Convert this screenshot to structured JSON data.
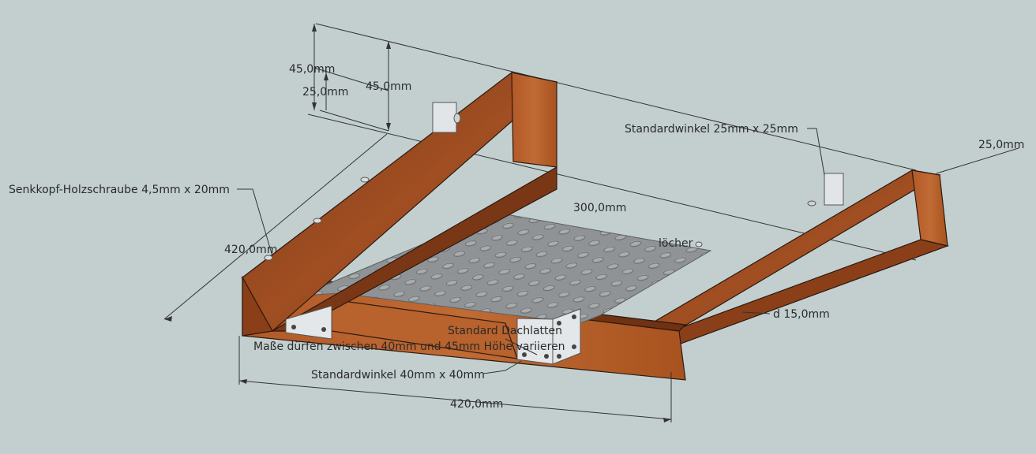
{
  "colors": {
    "background": "#c3cfcf",
    "wood_top": "#9a4a1e",
    "wood_side": "#b5602c",
    "wood_end": "#c46f38",
    "plate": "#8e9294",
    "bracket": "#e4e7e9"
  },
  "labels": {
    "dim_45_left": "45,0mm",
    "dim_25_left": "25,0mm",
    "dim_45_right": "45,0mm",
    "dim_25_right": "25,0mm",
    "dim_300": "300,0mm",
    "dim_420_left": "420,0mm",
    "dim_420_bottom": "420,0mm",
    "dim_15": "d 15,0mm",
    "screw": "Senkkopf-Holzschraube 4,5mm x 20mm",
    "bracket_small": "Standardwinkel 25mm x 25mm",
    "bracket_large": "Standardwinkel 40mm x 40mm",
    "battens_title": "Standard Dachlatten",
    "battens_note": "Maße dürfen zwischen 40mm und 45mm Höhe variieren",
    "holes_partial": "löcher"
  }
}
